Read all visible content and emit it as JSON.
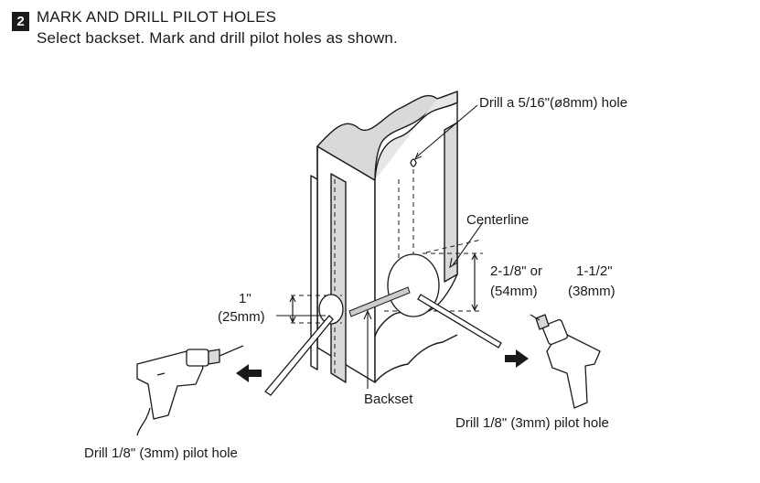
{
  "header": {
    "step_number": "2",
    "title": "MARK AND DRILL PILOT HOLES",
    "subtitle": "Select backset. Mark and drill pilot holes as shown."
  },
  "labels": {
    "drill_top": "Drill a 5/16\"(ø8mm) hole",
    "centerline": "Centerline",
    "backset_option_1_in": "2-1/8\"  or",
    "backset_option_2_in": "1-1/2\"",
    "backset_option_1_mm": "(54mm)",
    "backset_option_2_mm": "(38mm)",
    "edge_in": "1\"",
    "edge_mm": "(25mm)",
    "backset": "Backset",
    "drill_right": "Drill 1/8\" (3mm) pilot hole",
    "drill_left": "Drill 1/8\" (3mm) pilot hole"
  }
}
